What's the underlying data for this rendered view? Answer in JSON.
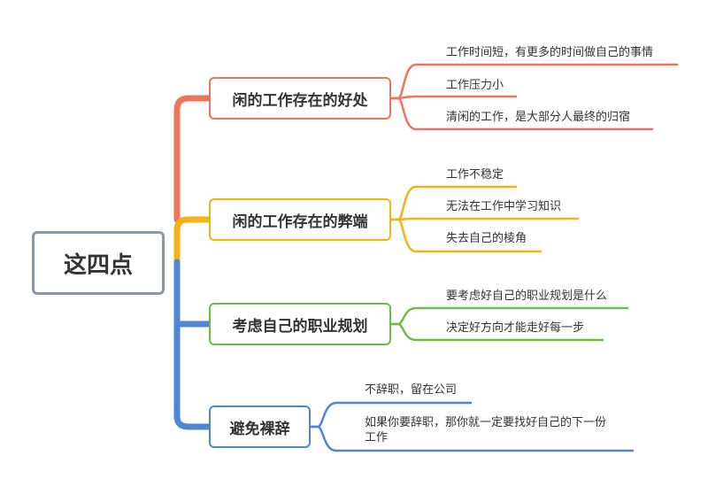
{
  "root": {
    "label": "这四点"
  },
  "branches": [
    {
      "label": "闲的工作存在的好处",
      "color": "#f0735c",
      "items": [
        "工作时间短，有更多的时间做自己的事情",
        "工作压力小",
        "清闲的工作，是大部分人最终的归宿"
      ]
    },
    {
      "label": "闲的工作存在的弊端",
      "color": "#f5b214",
      "items": [
        "工作不稳定",
        "无法在工作中学习知识",
        "失去自己的棱角"
      ]
    },
    {
      "label": "考虑自己的职业规划",
      "color": "#6cbd45",
      "items": [
        "要考虑好自己的职业规划是什么",
        "决定好方向才能走好每一步"
      ]
    },
    {
      "label": "避免裸辞",
      "color": "#4f86d4",
      "items": [
        "不辞职，留在公司",
        "如果你要辞职，那你就一定要找好自己的下一份",
        "工作"
      ]
    }
  ]
}
